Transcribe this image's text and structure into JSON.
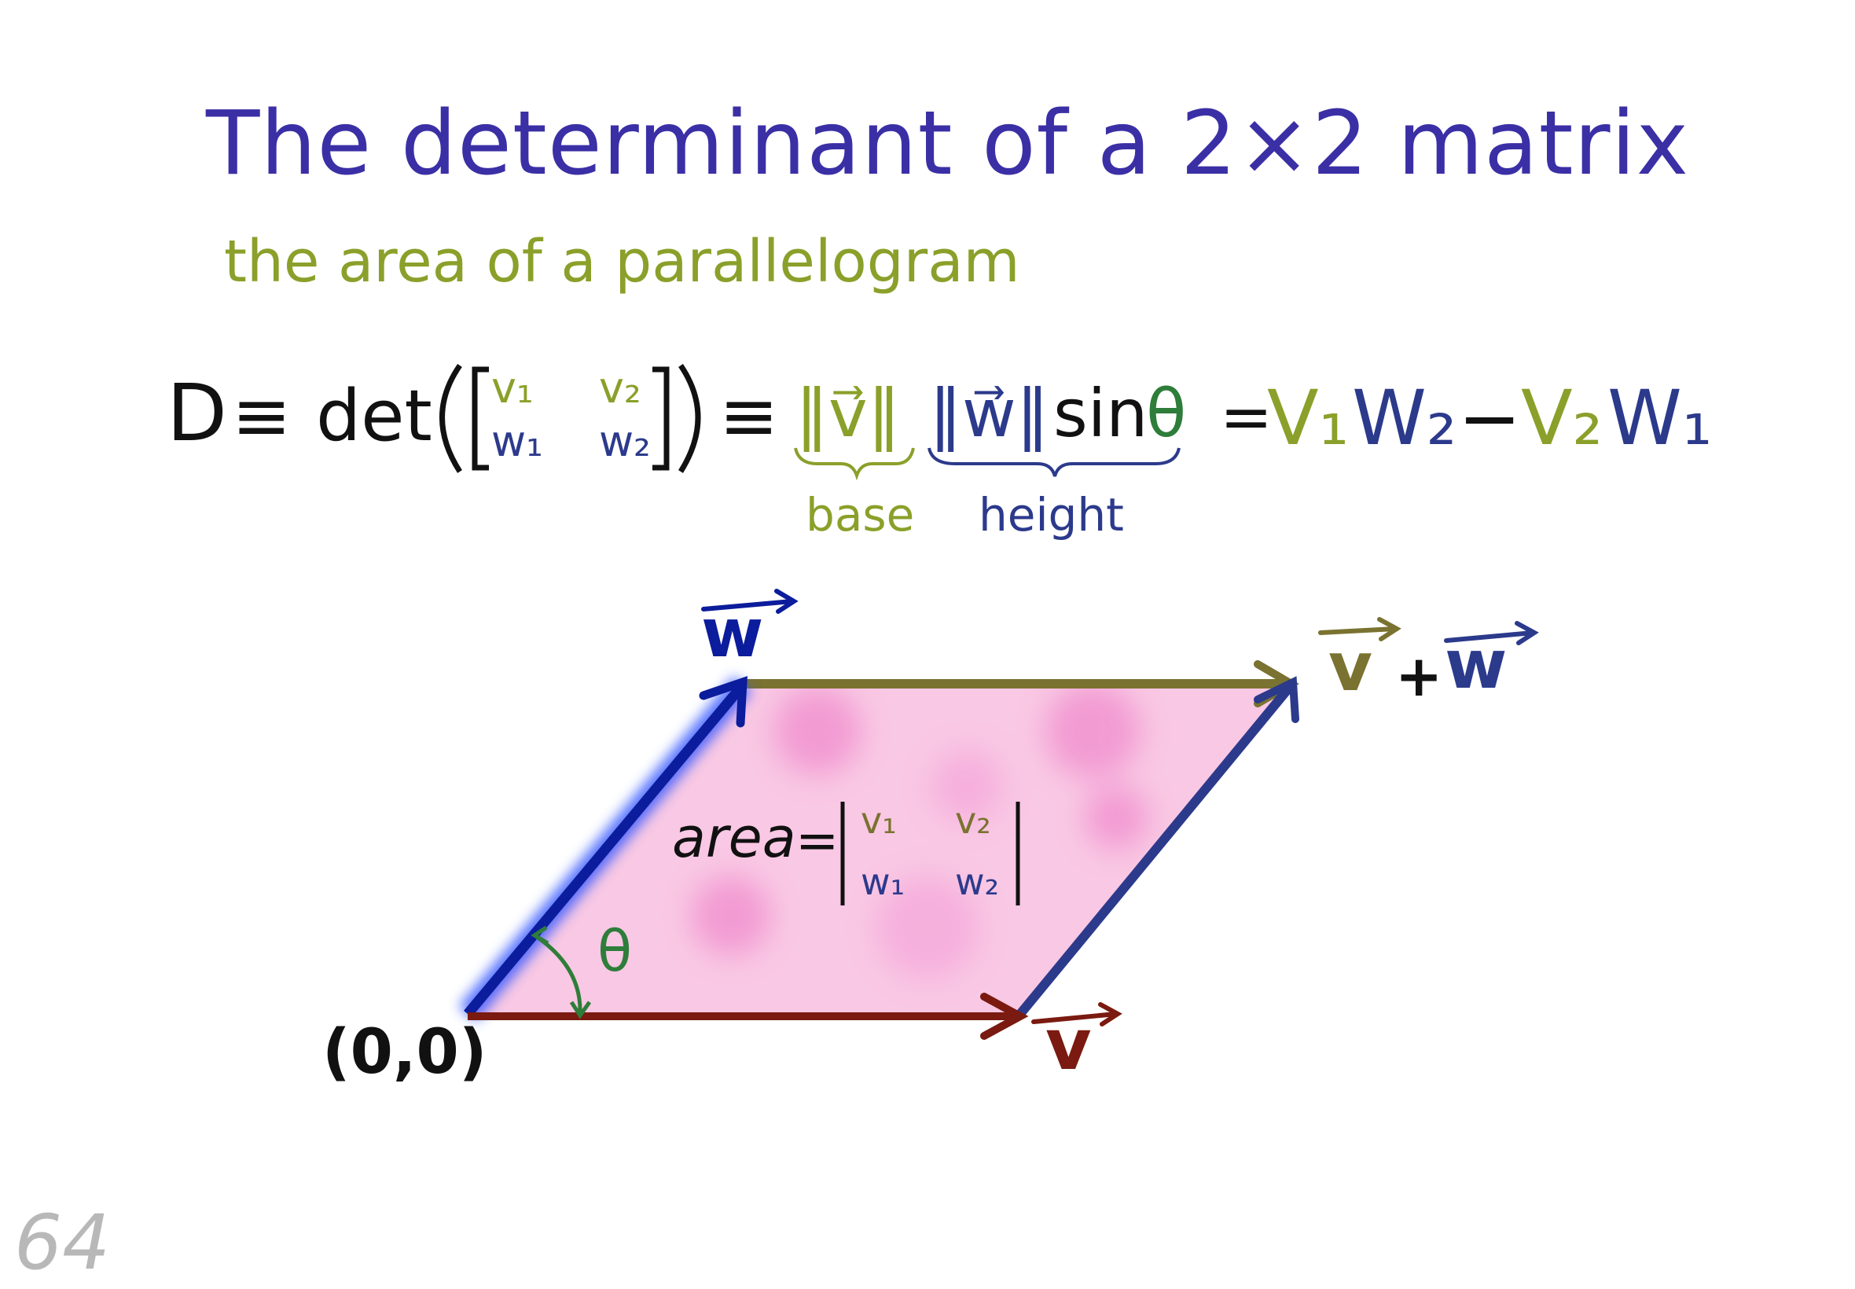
{
  "title": "The determinant of a 2×2 matrix",
  "subtitle": "the area of a parallelogram",
  "equation": {
    "lhs": "D",
    "equiv_1": "≡",
    "det_func": "det",
    "matrix": {
      "v1": "v₁",
      "v2": "v₂",
      "w1": "w₁",
      "w2": "w₂"
    },
    "equiv_2": "≡",
    "norm_v": "‖v⃗‖",
    "norm_w": "‖w⃗‖",
    "sin": "sin",
    "theta": "θ",
    "equals": "=",
    "term_v1": "V₁",
    "term_w2": "W₂",
    "minus": "−",
    "term_v2": "V₂",
    "term_w1": "W₁",
    "base_label": "base",
    "height_label": "height"
  },
  "diagram": {
    "origin_label": "(0,0)",
    "vector_v_label": "v",
    "vector_w_label": "w",
    "sum_label_v": "v",
    "sum_label_plus": "+",
    "sum_label_w": "w",
    "angle_label": "θ",
    "area_label": "area",
    "area_equals": "=",
    "area_matrix": {
      "v1": "v₁",
      "v2": "v₂",
      "w1": "w₁",
      "w2": "w₂"
    }
  },
  "page_number": "64",
  "colors": {
    "title": "#3b2fa6",
    "subtitle": "#8aa02a",
    "ink": "#111111",
    "green": "#8aa02a",
    "navy": "#2c3a8c",
    "olive": "#7a7230",
    "dark_red": "#7a1a10",
    "theta_green": "#2e7d3a",
    "fill_pink": "#f9c8e4",
    "blue_vector": "#0b1c9c"
  }
}
